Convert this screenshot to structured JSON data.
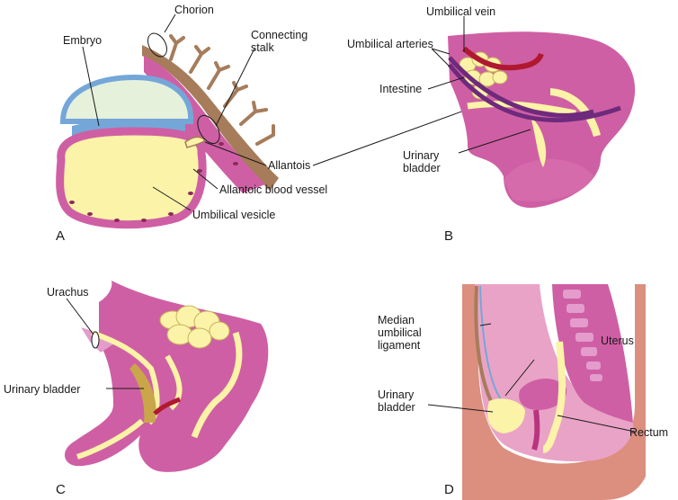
{
  "colors": {
    "tissue_pink": "#cf5fa4",
    "tissue_light": "#e39ccc",
    "yolk_yellow": "#fbf3a8",
    "amnion_blue": "#74a7d8",
    "embryo_cream": "#e6f1dc",
    "chorion_brown": "#a67c5b",
    "vein_red": "#b0182f",
    "artery_purple": "#6e2a7c",
    "skin": "#dc8f7f"
  },
  "panels": {
    "a": {
      "letter": "A",
      "labels": {
        "chorion": "Chorion",
        "embryo": "Embryo",
        "connecting_stalk": "Connecting\nstalk",
        "allantoic_blood_vessel": "Allantoic blood vessel",
        "umbilical_vesicle": "Umbilical vesicle"
      }
    },
    "shared": {
      "allantois": "Allantois"
    },
    "b": {
      "letter": "B",
      "labels": {
        "umbilical_vein": "Umbilical vein",
        "umbilical_arteries": "Umbilical arteries",
        "intestine": "Intestine",
        "urinary_bladder": "Urinary\nbladder"
      }
    },
    "c": {
      "letter": "C",
      "labels": {
        "urachus": "Urachus",
        "urinary_bladder": "Urinary bladder"
      }
    },
    "d": {
      "letter": "D",
      "labels": {
        "median_umbilical_ligament": "Median\numbilical\nligament",
        "uterus": "Uterus",
        "urinary_bladder": "Urinary\nbladder",
        "rectum": "Rectum"
      }
    }
  }
}
